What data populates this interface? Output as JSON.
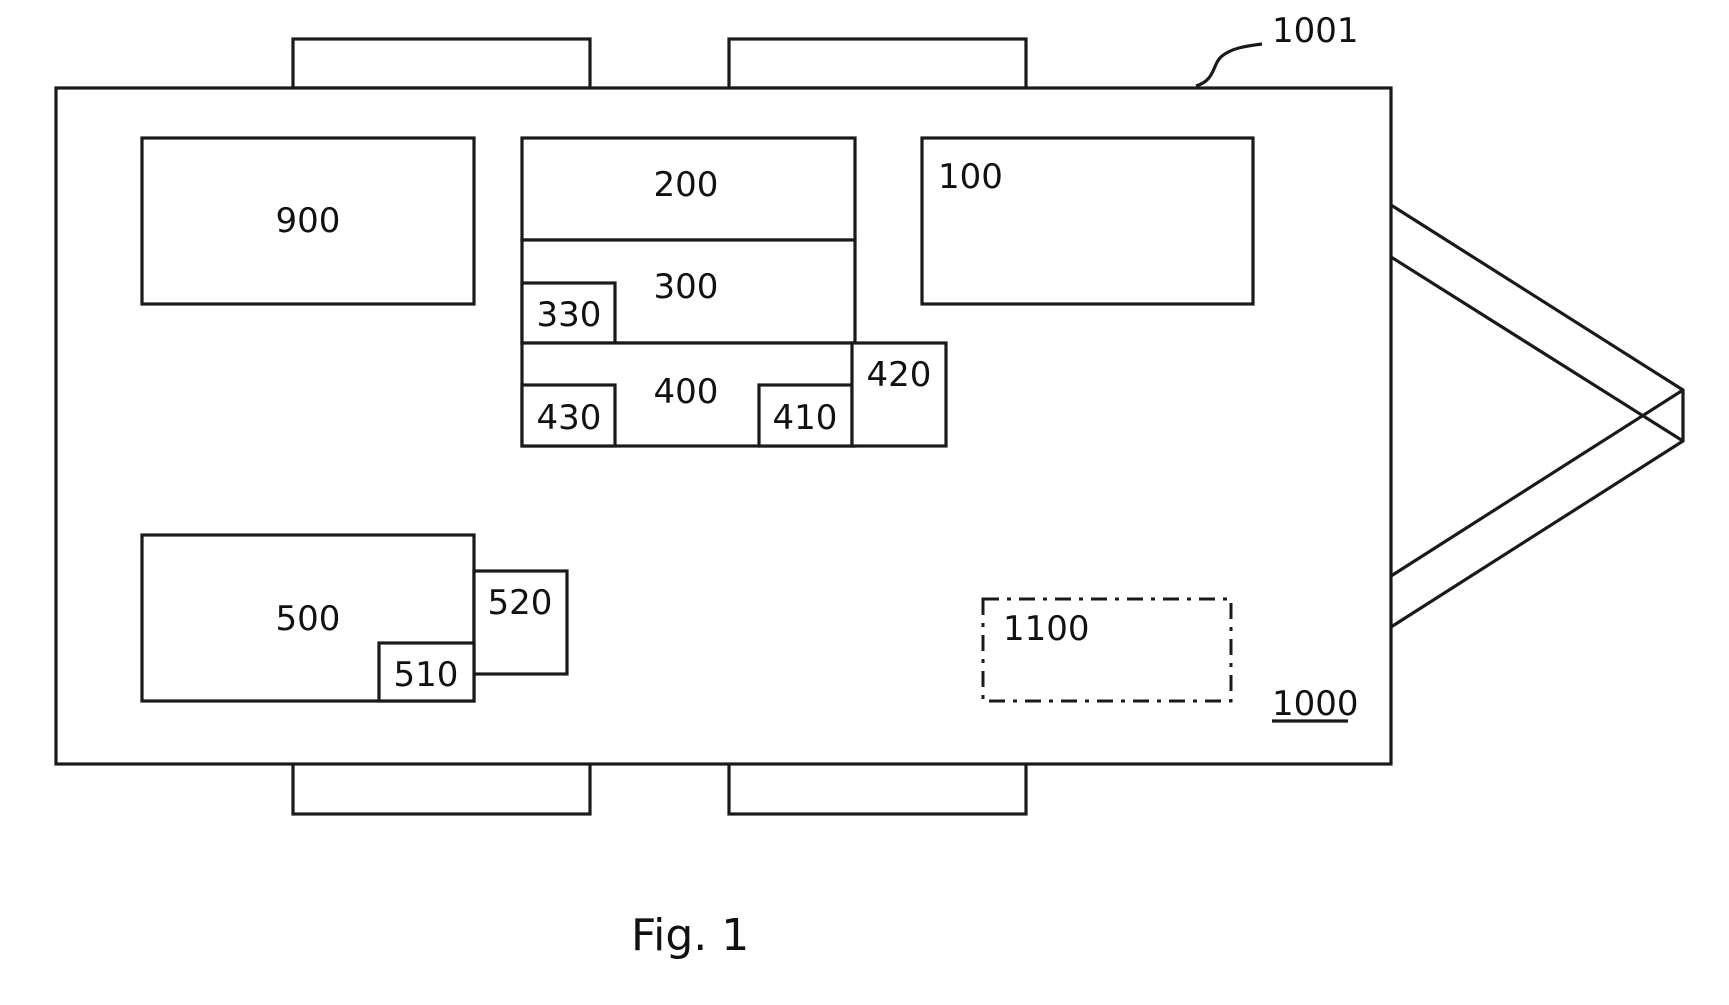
{
  "figure": {
    "caption": "Fig. 1",
    "vehicle_ref": "1001",
    "system_ref": "1000"
  },
  "components": {
    "c900": "900",
    "c200": "200",
    "c300": "300",
    "c330": "330",
    "c400": "400",
    "c430": "430",
    "c410": "410",
    "c420": "420",
    "c100": "100",
    "c500": "500",
    "c510": "510",
    "c520": "520",
    "c1100": "1100"
  },
  "colors": {
    "stroke": "#1a1a1a",
    "background": "#ffffff"
  }
}
